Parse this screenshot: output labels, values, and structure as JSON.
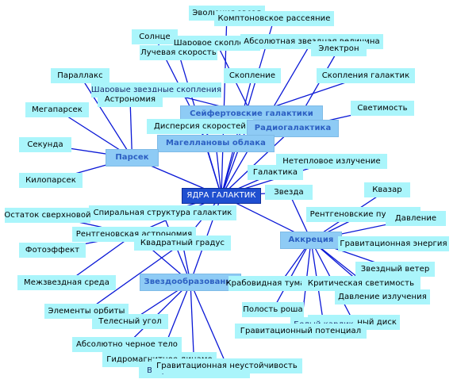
{
  "diagram": {
    "root": "ЯДРА ГАЛАКТИК",
    "colors": {
      "edge": "#0a18d6",
      "node_fill": "#aaf5fb",
      "hub_fill": "#8ecbf5",
      "hub_text": "#2c5fc2",
      "root_fill": "#1f4fd0"
    },
    "nodes": {
      "root": "ЯДРА ГАЛАКТИК",
      "hub_seyfert": "Сейфертовские галактики",
      "hub_radio": "Радиогалактика",
      "hub_magellan": "Магеллановы облака",
      "hub_parsec": "Парсек",
      "hub_accretion": "Аккреция",
      "hub_starform": "Звездообразование",
      "n01": "Эволюция звезд",
      "n02": "Комптоновское рассеяние",
      "n03": "Солнце",
      "n04": "Шаровое скопление",
      "n05": "Абсолютная звездная величина",
      "n06": "Лучевая скорость",
      "n07": "Электрон",
      "n08": "Параллакс",
      "n09": "Скопление",
      "n10": "Скопления галактик",
      "n11": "Шаровые звездные скопления",
      "n12": "Астрономия",
      "n13": "Мегапарсек",
      "n14": "Светимость",
      "n15": "Дисперсия скоростей",
      "n16": "Секунда",
      "n17": "Нетепловое излучение",
      "n18": "Галактика",
      "n19": "Килопарсек",
      "n20": "Звезда",
      "n21": "Квазар",
      "n22": "Спиральная структура галактик",
      "n23": "Остаток сверхновой",
      "n24": "Рентгеновские пульсары",
      "n25": "Давление",
      "n26": "Рентгеновская астрономия",
      "n27": "Гравитационная энергия",
      "n28": "Квадратный градус",
      "n29": "Фотоэффект",
      "n30": "Звездный ветер",
      "n31": "Межзвездная среда",
      "n32": "Крабовидная туманность",
      "n33": "Критическая светимость",
      "n34": "Давление излучения",
      "n35": "Элементы орбиты",
      "n36": "Полость роша",
      "n37": "Телесный угол",
      "n38": "Аккреционный диск",
      "n39": "Белый карлик",
      "n40": "Гравитационный потенциал",
      "n41": "Абсолютно черное тело",
      "n42": "Гидромагнитное динамо",
      "n43": "Гравитационная неустойчивость",
      "n44": "Возраст небесных тел"
    },
    "edges": [
      [
        "root",
        "hub_seyfert"
      ],
      [
        "root",
        "hub_radio"
      ],
      [
        "root",
        "hub_magellan"
      ],
      [
        "root",
        "hub_parsec"
      ],
      [
        "root",
        "hub_accretion"
      ],
      [
        "root",
        "hub_starform"
      ],
      [
        "root",
        "n02"
      ],
      [
        "root",
        "n05"
      ],
      [
        "root",
        "n01"
      ],
      [
        "root",
        "n09"
      ],
      [
        "root",
        "n15"
      ],
      [
        "root",
        "n18"
      ],
      [
        "root",
        "n20"
      ],
      [
        "root",
        "n22"
      ],
      [
        "root",
        "n26"
      ],
      [
        "root",
        "n28"
      ],
      [
        "root",
        "n17"
      ],
      [
        "root",
        "n06"
      ],
      [
        "hub_parsec",
        "n08"
      ],
      [
        "hub_parsec",
        "n12"
      ],
      [
        "hub_parsec",
        "n13"
      ],
      [
        "hub_parsec",
        "n16"
      ],
      [
        "hub_parsec",
        "n19"
      ],
      [
        "hub_seyfert",
        "n10"
      ],
      [
        "hub_seyfert",
        "n04"
      ],
      [
        "hub_seyfert",
        "n11"
      ],
      [
        "hub_radio",
        "n14"
      ],
      [
        "hub_radio",
        "n07"
      ],
      [
        "hub_magellan",
        "n15"
      ],
      [
        "hub_accretion",
        "n24"
      ],
      [
        "hub_accretion",
        "n25"
      ],
      [
        "hub_accretion",
        "n27"
      ],
      [
        "hub_accretion",
        "n30"
      ],
      [
        "hub_accretion",
        "n33"
      ],
      [
        "hub_accretion",
        "n34"
      ],
      [
        "hub_accretion",
        "n38"
      ],
      [
        "hub_accretion",
        "n39"
      ],
      [
        "hub_accretion",
        "n40"
      ],
      [
        "hub_accretion",
        "n36"
      ],
      [
        "hub_accretion",
        "n32"
      ],
      [
        "hub_accretion",
        "n21"
      ],
      [
        "hub_accretion",
        "n20"
      ],
      [
        "hub_starform",
        "n22"
      ],
      [
        "hub_starform",
        "n26"
      ],
      [
        "hub_starform",
        "n28"
      ],
      [
        "hub_starform",
        "n42"
      ],
      [
        "hub_starform",
        "n43"
      ],
      [
        "hub_starform",
        "n44"
      ],
      [
        "hub_starform",
        "n41"
      ],
      [
        "hub_starform",
        "n37"
      ],
      [
        "n26",
        "n23"
      ],
      [
        "n26",
        "n29"
      ],
      [
        "n26",
        "n31"
      ],
      [
        "n28",
        "n35"
      ],
      [
        "n03",
        "n15"
      ]
    ]
  }
}
